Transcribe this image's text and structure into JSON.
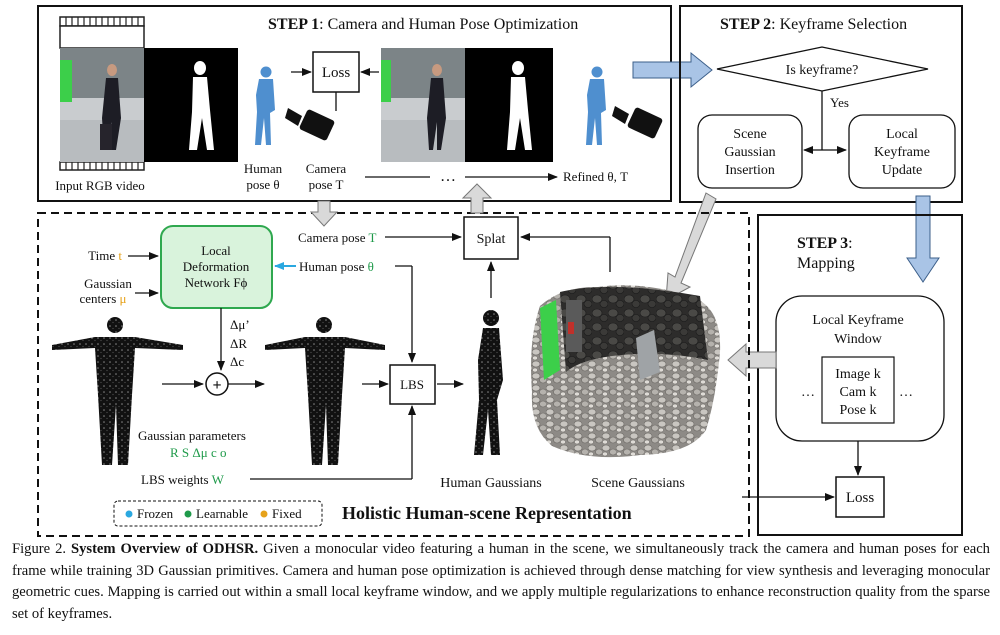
{
  "step1": {
    "num": "STEP 1",
    "title": ": Camera and  Human Pose Optimization"
  },
  "step2": {
    "num": "STEP 2",
    "title": ": Keyframe Selection"
  },
  "step3": {
    "num": "STEP 3",
    "title": ":",
    "sub": "Mapping"
  },
  "labels": {
    "input_rgb": "Input RGB video",
    "human_pose_1": "Human",
    "human_pose_2": "pose θ",
    "camera_pose_1": "Camera",
    "camera_pose_2": "pose T",
    "dots": "…",
    "loss_top": "Loss",
    "refined": "Refined θ, T",
    "is_keyframe": "Is keyframe?",
    "yes": "Yes",
    "scene_gi_1": "Scene",
    "scene_gi_2": "Gaussian",
    "scene_gi_3": "Insertion",
    "local_ku_1": "Local",
    "local_ku_2": "Keyframe",
    "local_ku_3": "Update",
    "lkw_1": "Local  Keyframe",
    "lkw_2": "Window",
    "image_k": "Image k",
    "cam_k": "Cam k",
    "pose_k": "Pose k",
    "ellipsis_l": "…",
    "ellipsis_r": "…",
    "loss_right": "Loss",
    "time": "Time",
    "time_var": "t",
    "gauss_centers_1": "Gaussian",
    "gauss_centers_2": "centers",
    "mu": "μ",
    "ldn_1": "Local",
    "ldn_2": "Deformation",
    "ldn_3": "Network Fϕ",
    "camera_pose_mid": "Camera pose",
    "T": "T",
    "human_pose_mid": "Human pose",
    "theta": "θ",
    "splat": "Splat",
    "delta_mu": "Δμ’",
    "delta_R": "ΔR",
    "delta_c": "Δc",
    "plus": "+",
    "lbs": "LBS",
    "gauss_params": "Gaussian parameters",
    "gauss_params_vars": "R S Δμ c o",
    "lbs_weights": "LBS weights",
    "W": "W",
    "human_gaussians": "Human Gaussians",
    "scene_gaussians": "Scene Gaussians",
    "holistic": "Holistic Human-scene Representation",
    "legend_frozen": "Frozen",
    "legend_learnable": "Learnable",
    "legend_fixed": "Fixed"
  },
  "colors": {
    "frozen": "#2aa8e0",
    "learnable": "#1f9a4a",
    "fixed": "#e6a21a",
    "ldn_fill": "#d9f3dc",
    "ldn_stroke": "#2fa84f",
    "blue_arrow": "#a9c4e6",
    "gray_arrow": "#d9d9d9",
    "human_blue": "#4f8fcf"
  },
  "caption": {
    "prefix": "Figure 2. ",
    "bold": "System Overview of ODHSR.",
    "text": " Given a monocular video featuring a human in the scene, we simultaneously track the camera and human poses for each frame while training 3D Gaussian primitives. Camera and human pose optimization is achieved through dense matching for view synthesis and leveraging monocular geometric cues. Mapping is carried out within a small local keyframe window, and we apply multiple regularizations to enhance reconstruction quality from the sparse set of keyframes."
  }
}
